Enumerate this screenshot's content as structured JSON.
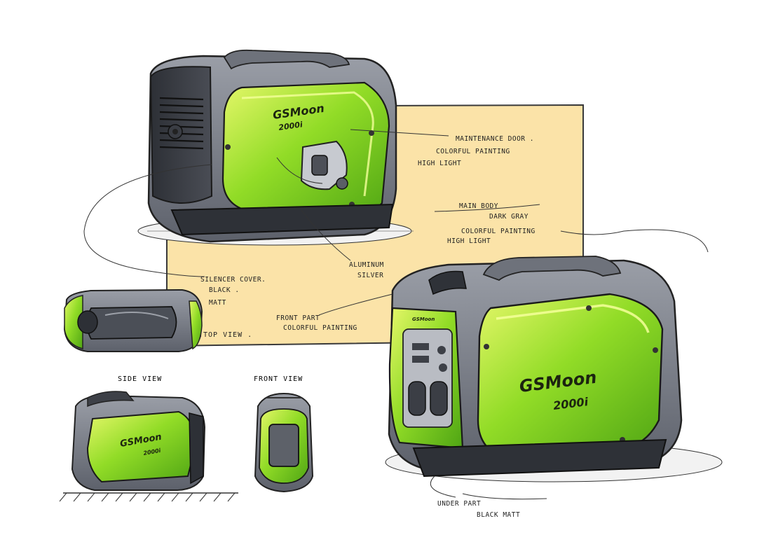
{
  "annotations": {
    "maintenance_door": "MAINTENANCE DOOR .",
    "maintenance_colorful": "COLORFUL PAINTING",
    "maintenance_highlight": "HIGH LIGHT",
    "main_body": "MAIN BODY",
    "main_body_color": "DARK GRAY",
    "colorful_painting": "COLORFUL PAINTING",
    "colorful_highlight": "HIGH LIGHT",
    "aluminum": "ALUMINUM",
    "aluminum_color": "SILVER",
    "silencer_cover": "SILENCER COVER.",
    "silencer_color": "BLACK .",
    "silencer_finish": "MATT",
    "front_part": "FRONT PART",
    "front_part_paint": "COLORFUL PAINTING",
    "under_part": "UNDER PART",
    "under_part_finish": "BLACK MATT"
  },
  "views": {
    "top_view": "TOP VIEW .",
    "side_view": "SIDE VIEW",
    "front_view": "FRONT VIEW"
  },
  "branding": {
    "brand_name": "GSMoon",
    "model": "2000i",
    "mini_brand": "GSMoon"
  },
  "colors": {
    "background_panel": "#fbe3a8",
    "body_gray": "#7c808a",
    "dark_gray": "#3a3d44",
    "accent_green": "#7fd321",
    "highlight_green": "#d8f25a"
  }
}
